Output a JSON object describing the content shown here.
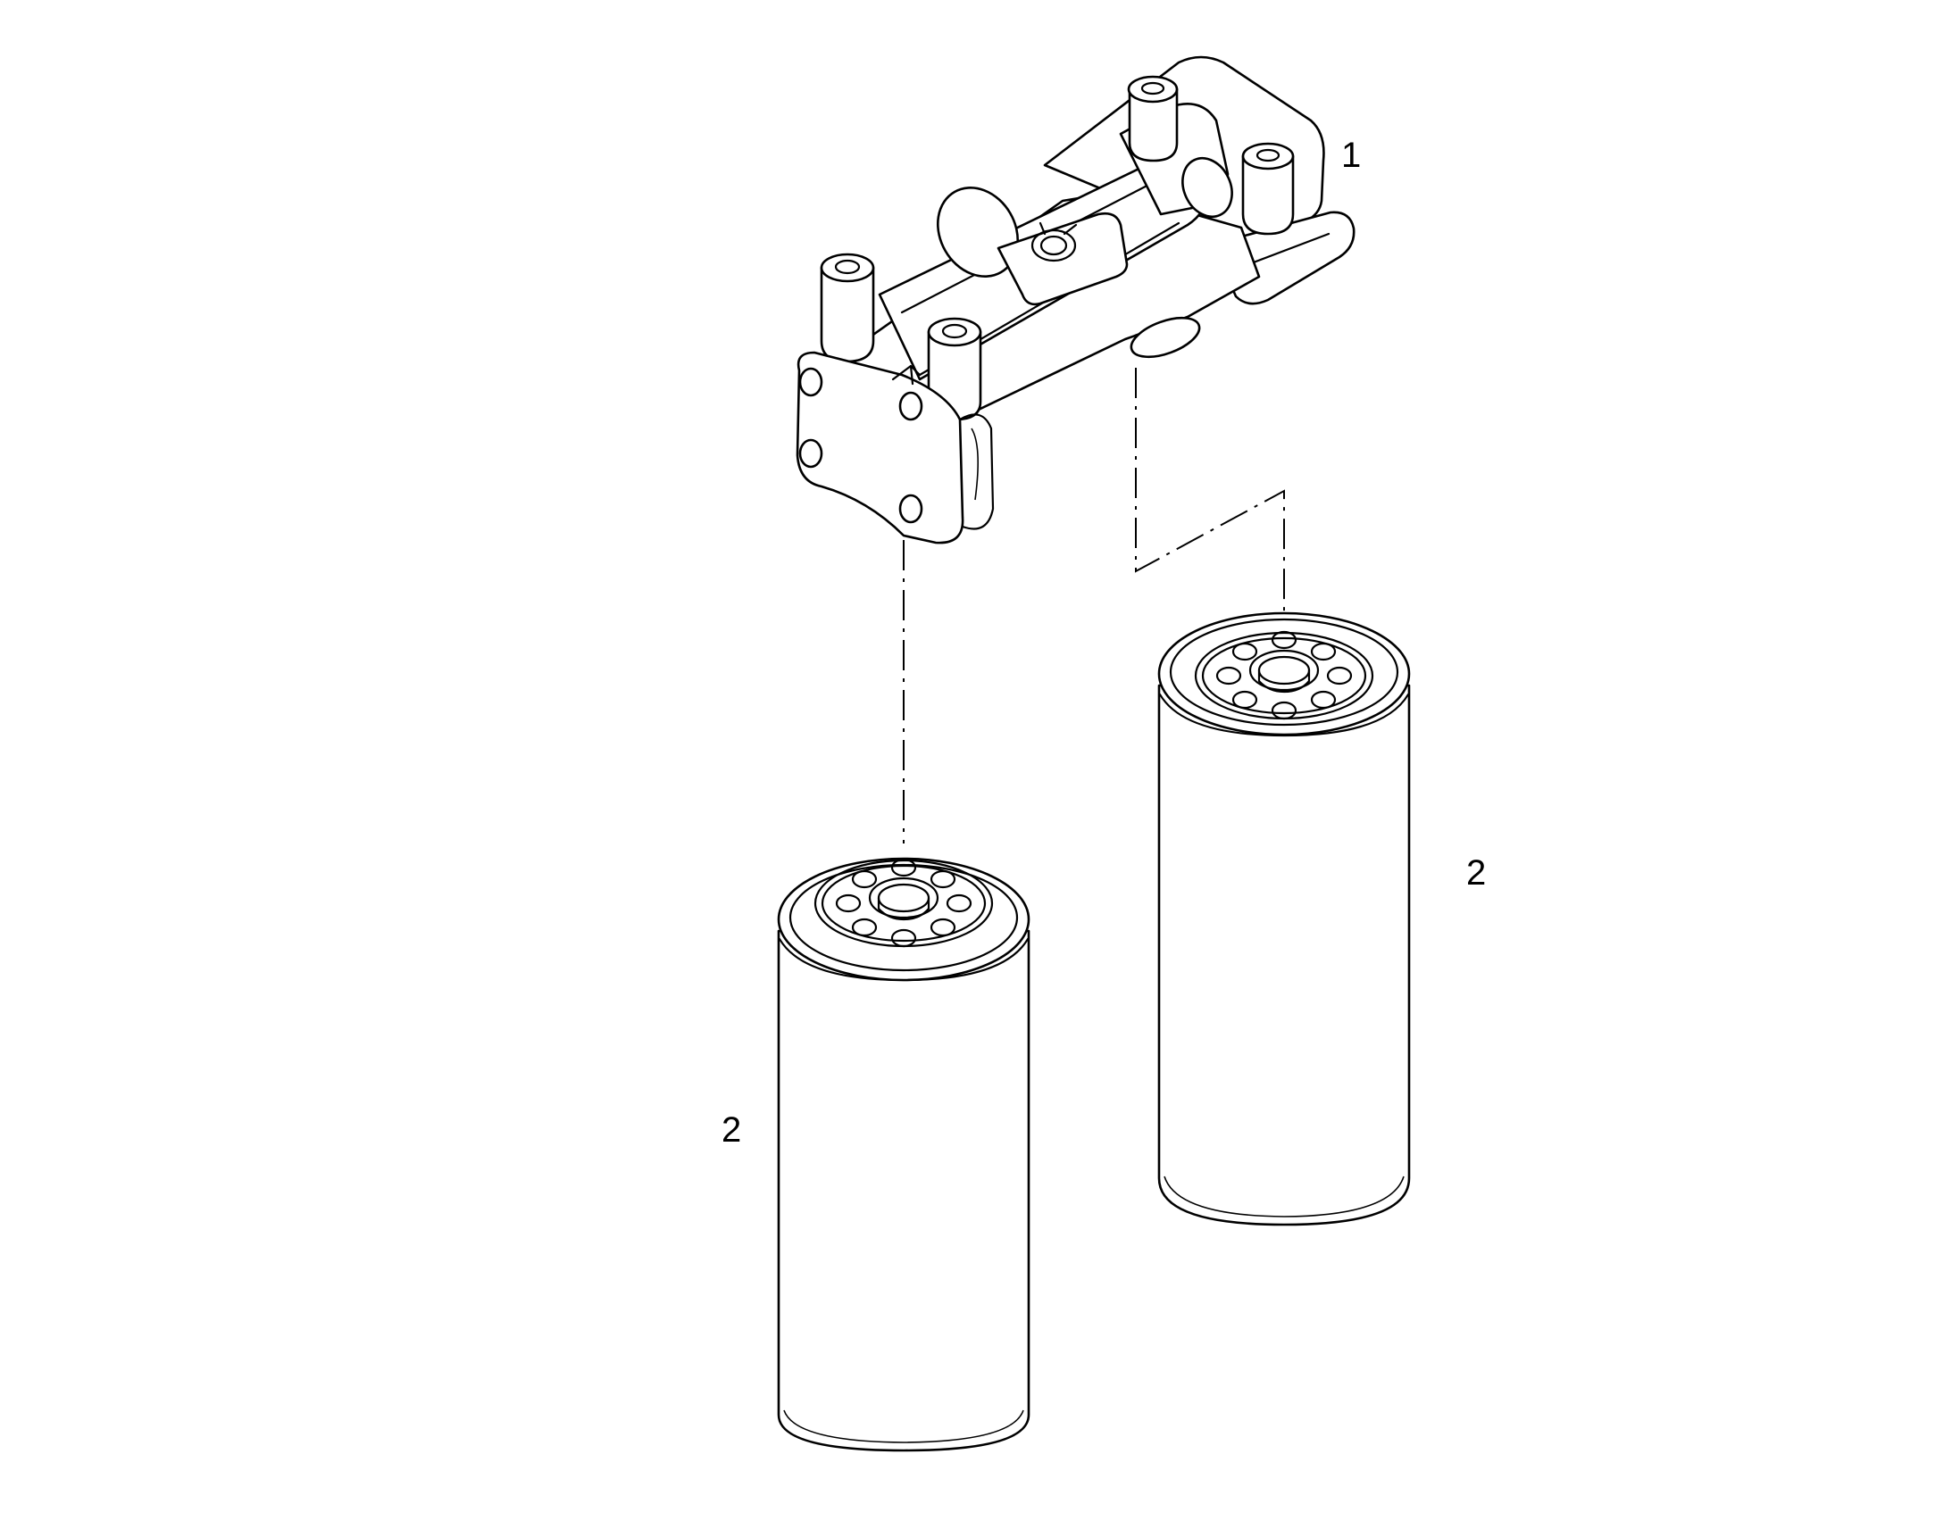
{
  "callouts": {
    "head": "1",
    "filter_left": "2",
    "filter_right": "2"
  },
  "colors": {
    "line": "#000000",
    "background": "#ffffff"
  }
}
